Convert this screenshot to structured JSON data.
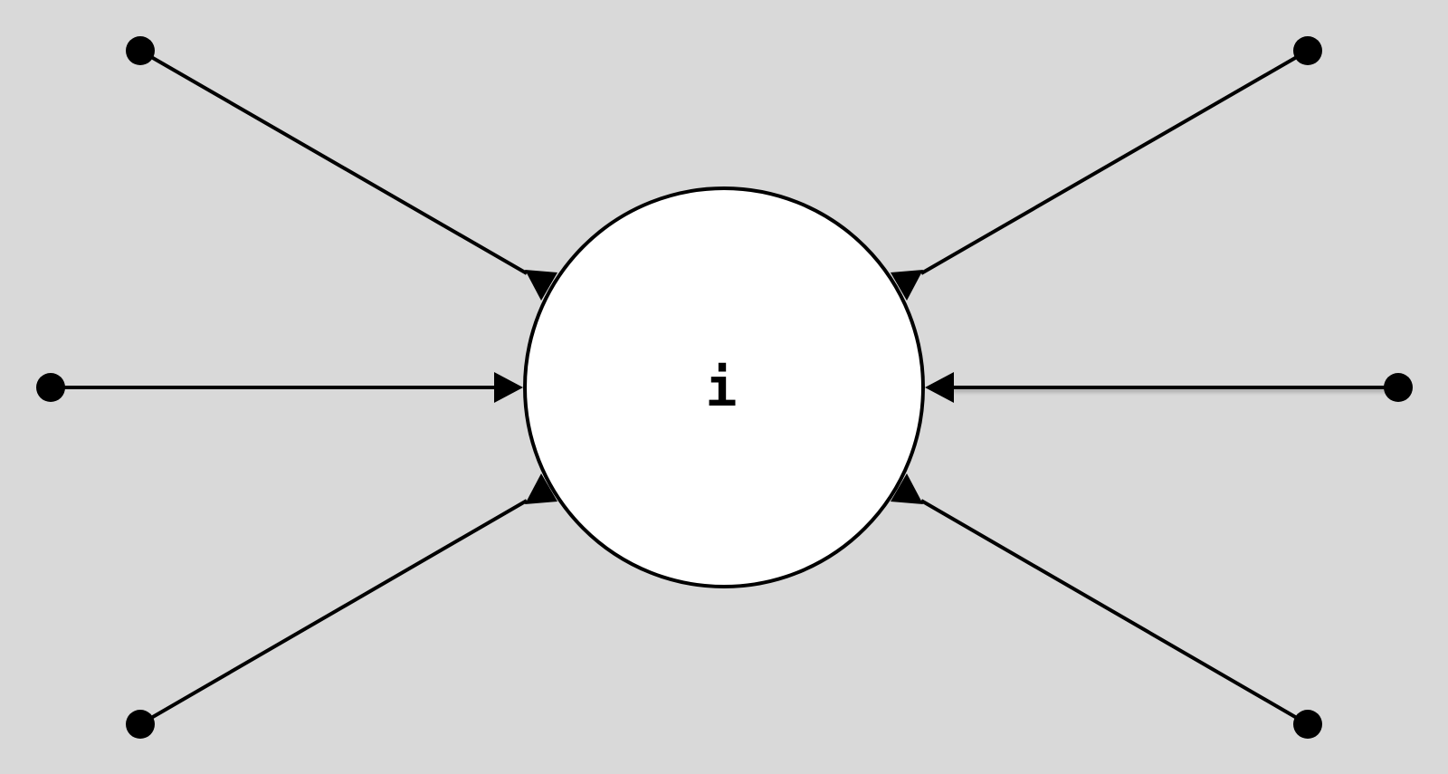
{
  "diagram": {
    "background_color": "#d9d9d9",
    "center_node": {
      "label": "i",
      "fill_color": "#ffffff",
      "stroke_color": "#000000"
    },
    "edges": [
      {
        "id": "edge-top-left",
        "direction": "inward"
      },
      {
        "id": "edge-middle-left",
        "direction": "inward"
      },
      {
        "id": "edge-bottom-left",
        "direction": "inward"
      },
      {
        "id": "edge-top-right",
        "direction": "inward"
      },
      {
        "id": "edge-middle-right",
        "direction": "inward",
        "highlighted": true
      },
      {
        "id": "edge-bottom-right",
        "direction": "inward"
      }
    ]
  }
}
